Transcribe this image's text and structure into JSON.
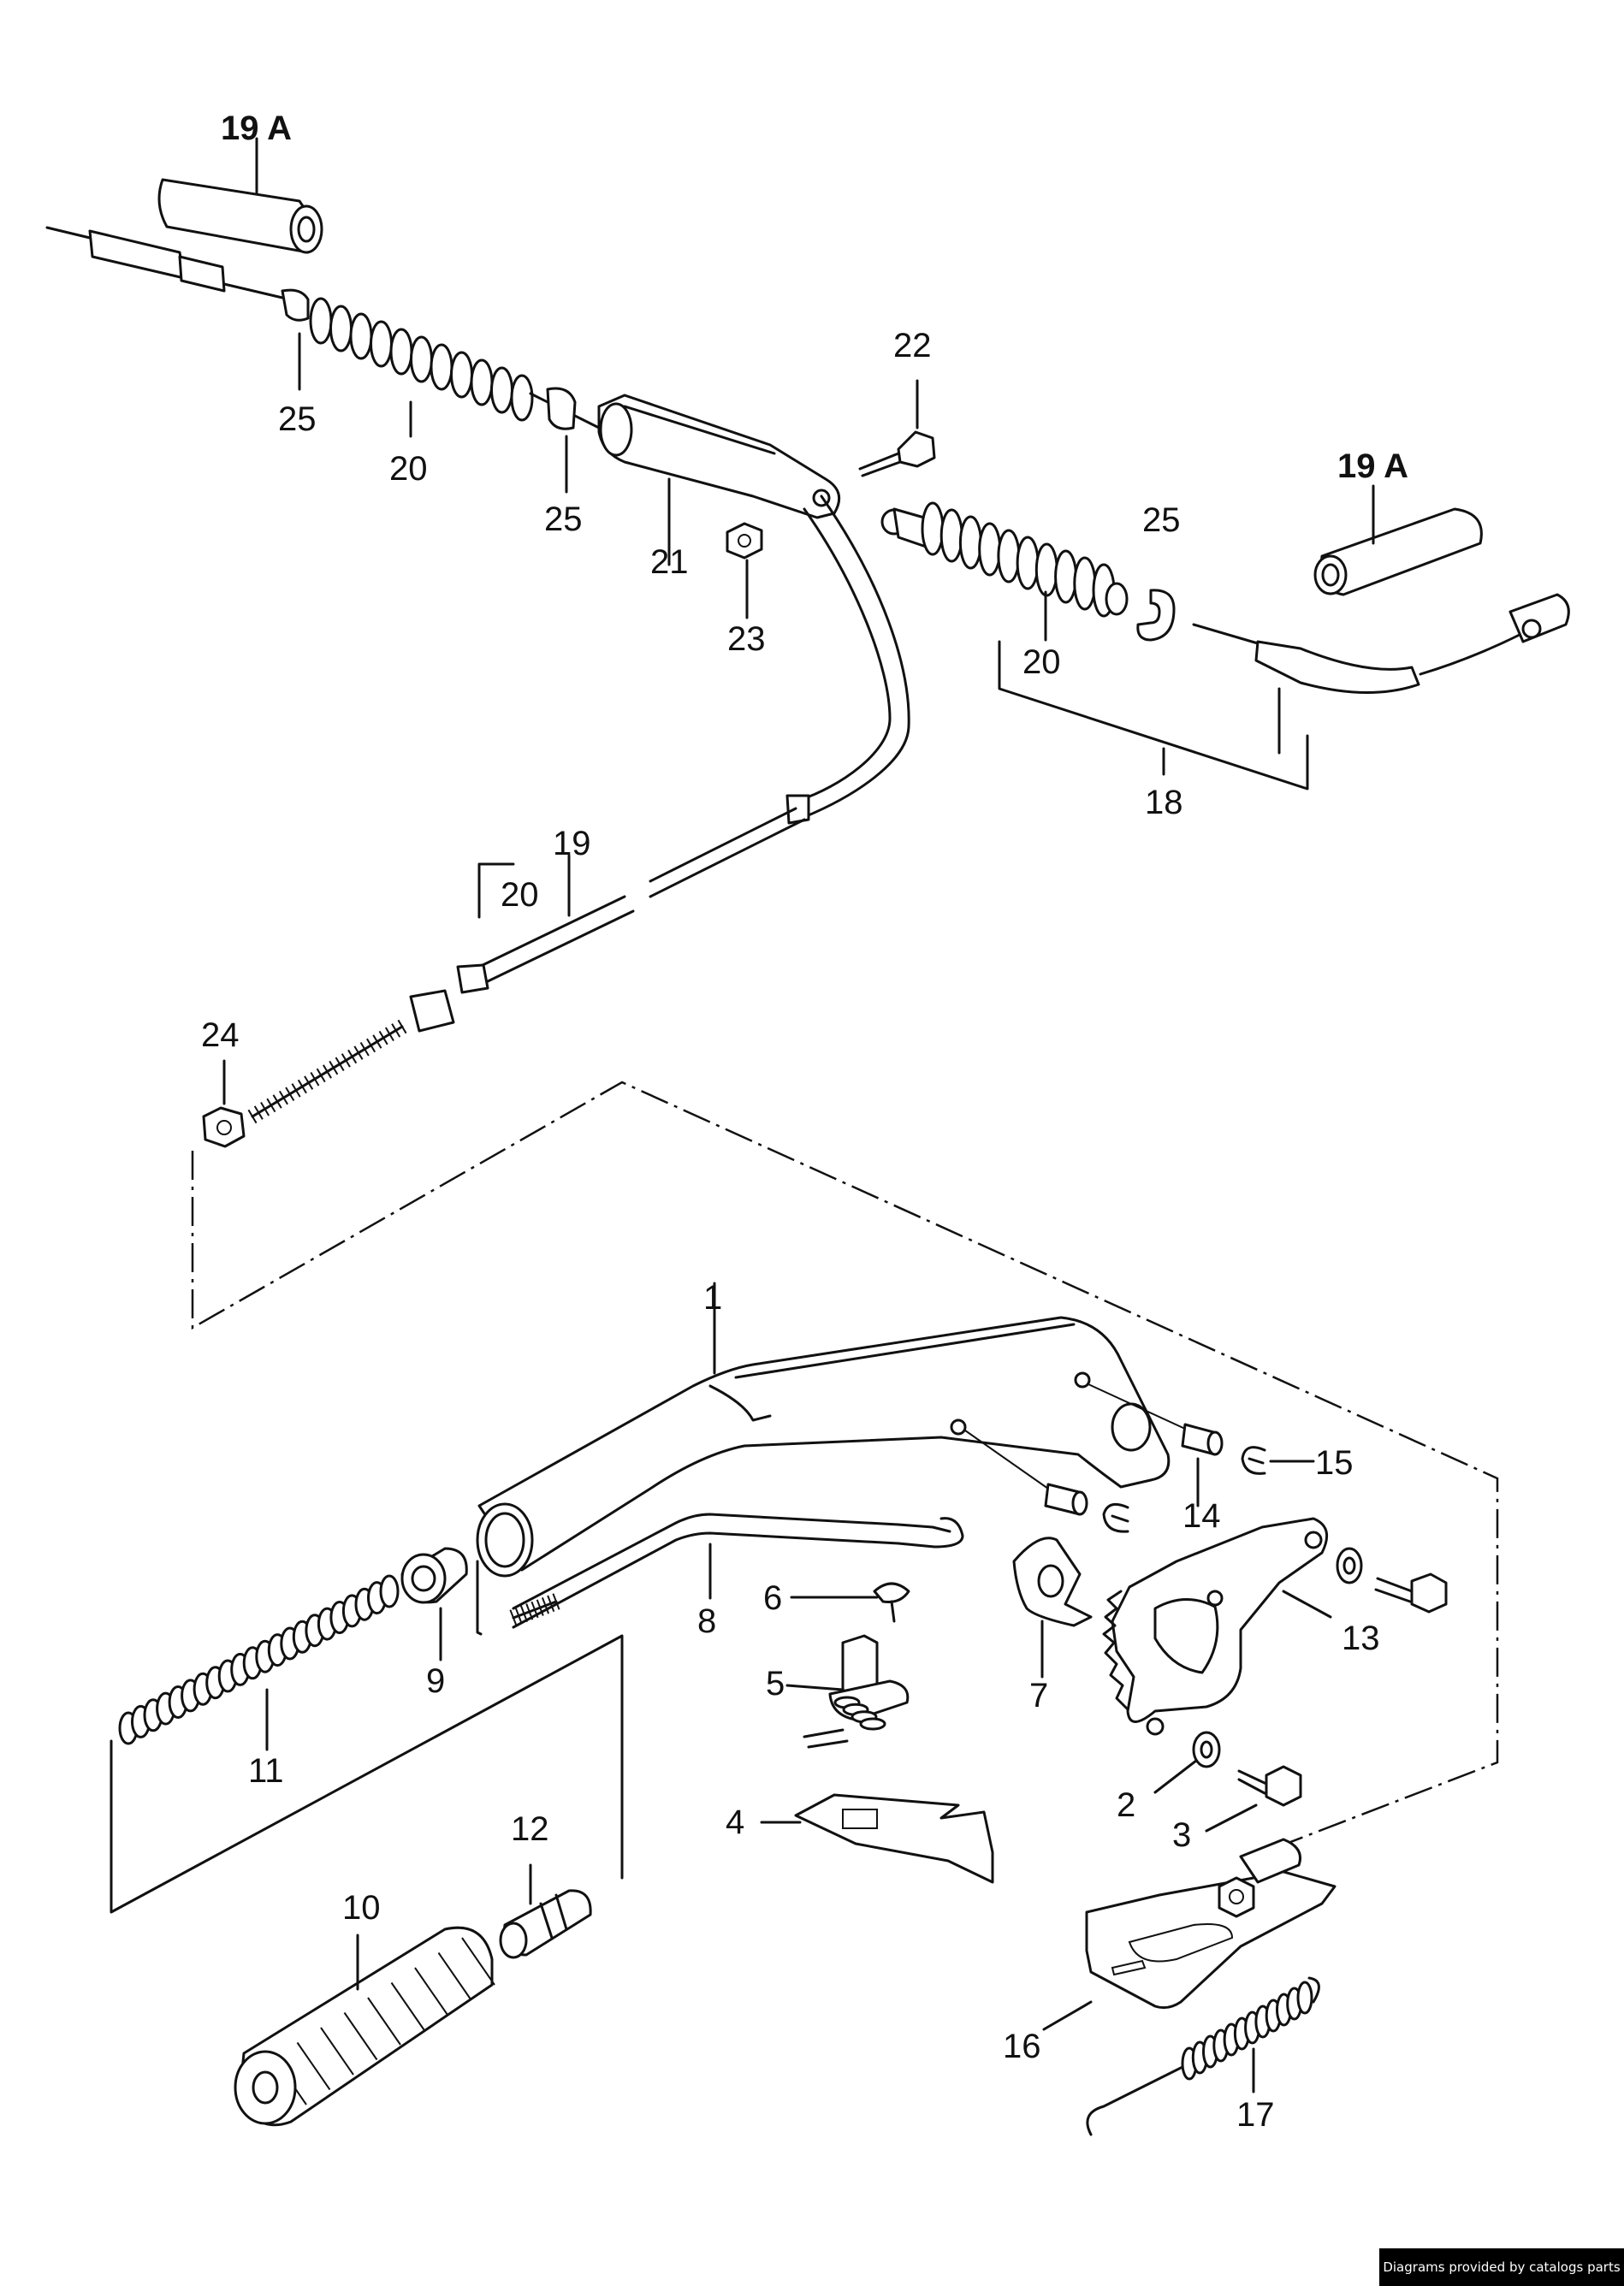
{
  "labels": {
    "p19A_top": "19 A",
    "p25_a": "25",
    "p20_a": "20",
    "p25_b": "25",
    "p21": "21",
    "p22": "22",
    "p23": "23",
    "p19A_right": "19 A",
    "p25_c": "25",
    "p20_b": "20",
    "p18": "18",
    "p19": "19",
    "p20_c": "20",
    "p24": "24",
    "p1": "1",
    "p15": "15",
    "p14": "14",
    "p6": "6",
    "p9": "9",
    "p8": "8",
    "p7": "7",
    "p13": "13",
    "p5": "5",
    "p11": "11",
    "p2": "2",
    "p4": "4",
    "p3": "3",
    "p12": "12",
    "p10": "10",
    "p16": "16",
    "p17": "17"
  },
  "credit": "Diagrams provided by catalogs parts"
}
